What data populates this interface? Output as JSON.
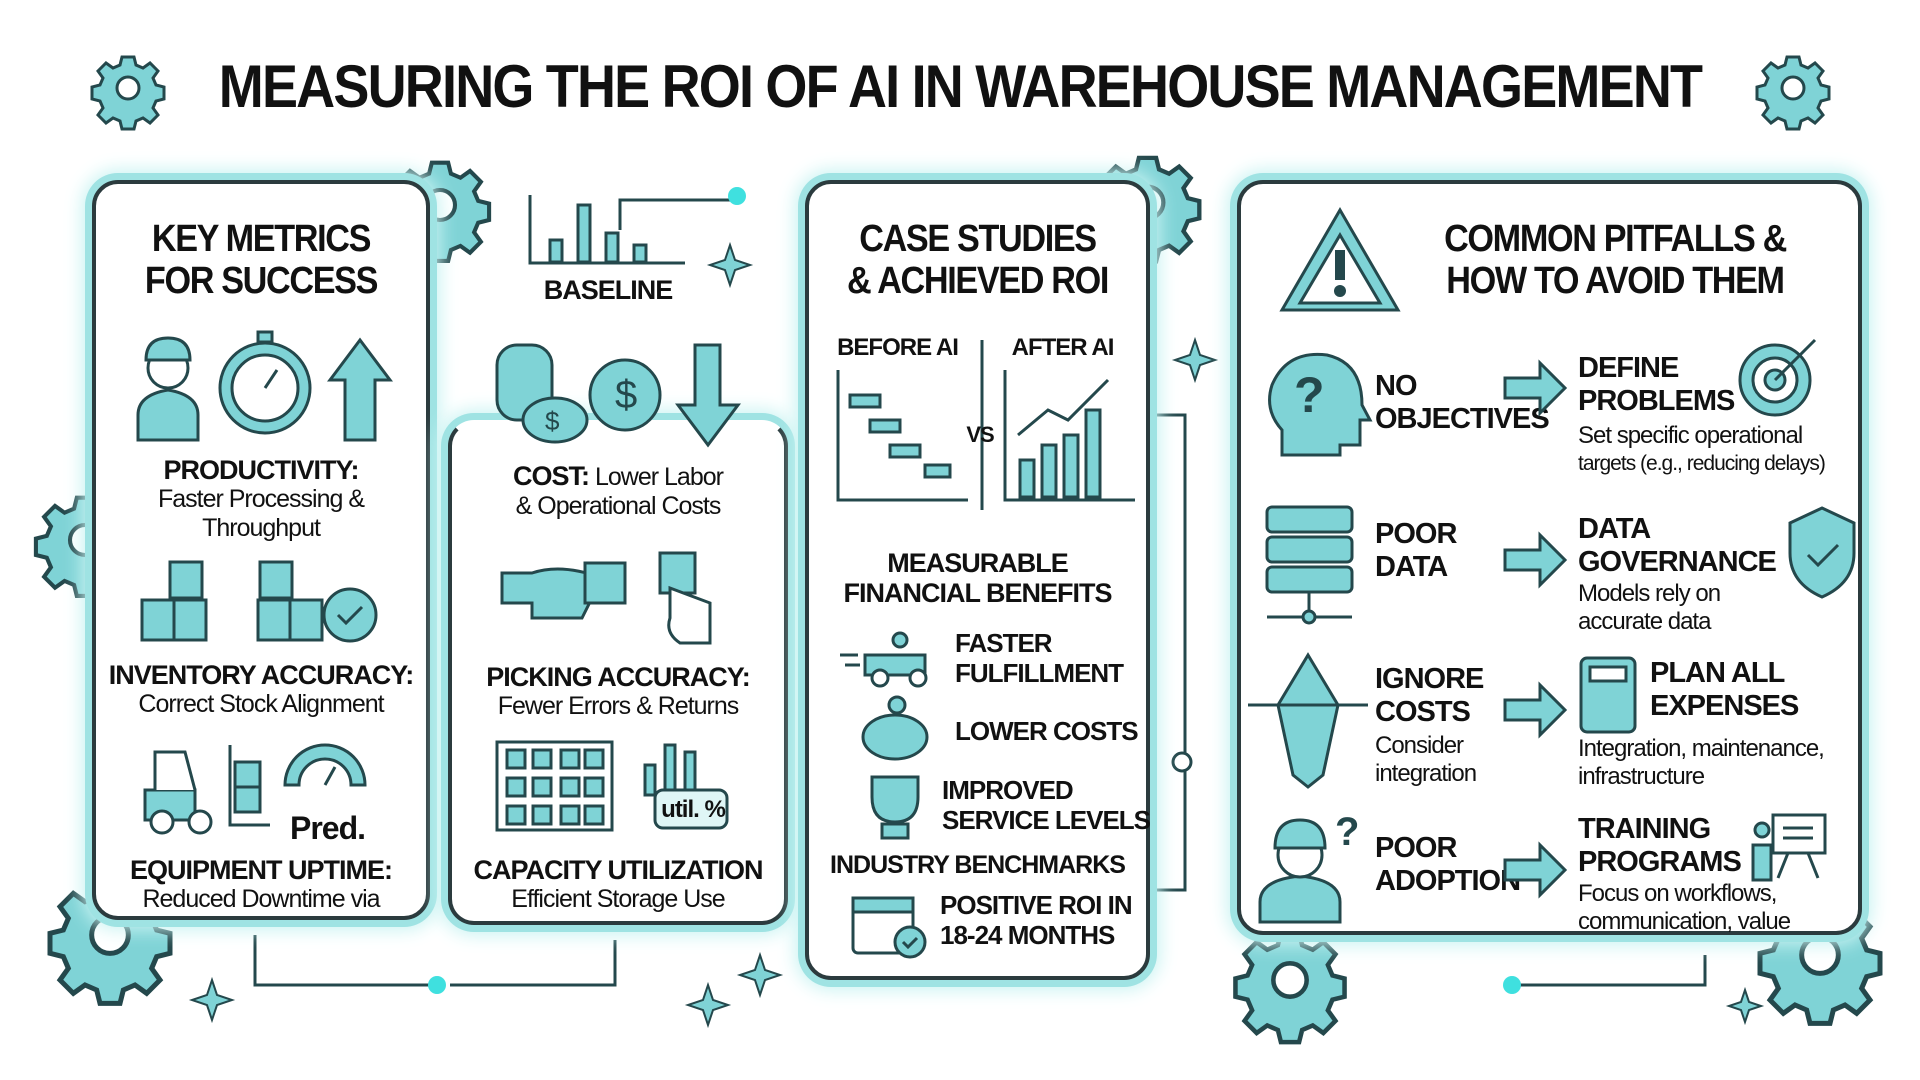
{
  "title": "MEASURING THE ROI OF AI IN WAREHOUSE MANAGEMENT",
  "key_metrics": {
    "heading_line1": "KEY METRICS",
    "heading_line2": "FOR SUCCESS",
    "productivity": {
      "label": "PRODUCTIVITY:",
      "desc_line1": "Faster Processing &",
      "desc_line2": "Throughput"
    },
    "inventory": {
      "label": "INVENTORY ACCURACY:",
      "desc": "Correct Stock Alignment"
    },
    "equipment": {
      "label": "EQUIPMENT UPTIME:",
      "desc": "Reduced Downtime via",
      "gauge_text": "Pred."
    }
  },
  "metrics2": {
    "baseline": "BASELINE",
    "cost": {
      "label": "COST:",
      "desc_line1": "Lower Labor",
      "desc_line2": "& Operational Costs"
    },
    "picking": {
      "label": "PICKING ACCURACY:",
      "desc": "Fewer Errors & Returns"
    },
    "capacity": {
      "label": "CAPACITY UTILIZATION",
      "desc": "Efficient Storage Use",
      "badge": "util. %"
    }
  },
  "case_studies": {
    "heading_line1": "CASE STUDIES",
    "heading_line2": "& ACHIEVED ROI",
    "before": "BEFORE AI",
    "after": "AFTER AI",
    "vs": "VS",
    "benefits_line1": "MEASURABLE",
    "benefits_line2": "FINANCIAL BENEFITS",
    "benefits": [
      {
        "line1": "FASTER",
        "line2": "FULFILLMENT"
      },
      {
        "line1": "LOWER COSTS",
        "line2": ""
      },
      {
        "line1": "IMPROVED",
        "line2": "SERVICE LEVELS"
      }
    ],
    "benchmarks": "INDUSTRY BENCHMARKS",
    "roi_line1": "POSITIVE ROI IN",
    "roi_line2": "18-24 MONTHS"
  },
  "pitfalls": {
    "heading_line1": "COMMON PITFALLS &",
    "heading_line2": "HOW TO AVOID THEM",
    "rows": [
      {
        "problem_line1": "NO",
        "problem_line2": "OBJECTIVES",
        "problem_desc1": "",
        "problem_desc2": "",
        "solution_line1": "DEFINE",
        "solution_line2": "PROBLEMS",
        "solution_desc1": "Set specific operational",
        "solution_desc2": "targets (e.g., reducing delays)"
      },
      {
        "problem_line1": "POOR",
        "problem_line2": "DATA",
        "problem_desc1": "",
        "problem_desc2": "",
        "solution_line1": "DATA",
        "solution_line2": "GOVERNANCE",
        "solution_desc1": "Models rely on",
        "solution_desc2": "accurate data"
      },
      {
        "problem_line1": "IGNORE",
        "problem_line2": "COSTS",
        "problem_desc1": "Consider",
        "problem_desc2": "integration",
        "solution_line1": "PLAN ALL",
        "solution_line2": "EXPENSES",
        "solution_desc1": "Integration, maintenance,",
        "solution_desc2": "infrastructure"
      },
      {
        "problem_line1": "POOR",
        "problem_line2": "ADOPTION",
        "problem_desc1": "",
        "problem_desc2": "",
        "solution_line1": "TRAINING",
        "solution_line2": "PROGRAMS",
        "solution_desc1": "Focus on workflows,",
        "solution_desc2": "communication, value"
      }
    ]
  },
  "colors": {
    "accent": "#7fd3d6",
    "outline": "#24484c",
    "glow": "#9fe3e3"
  }
}
